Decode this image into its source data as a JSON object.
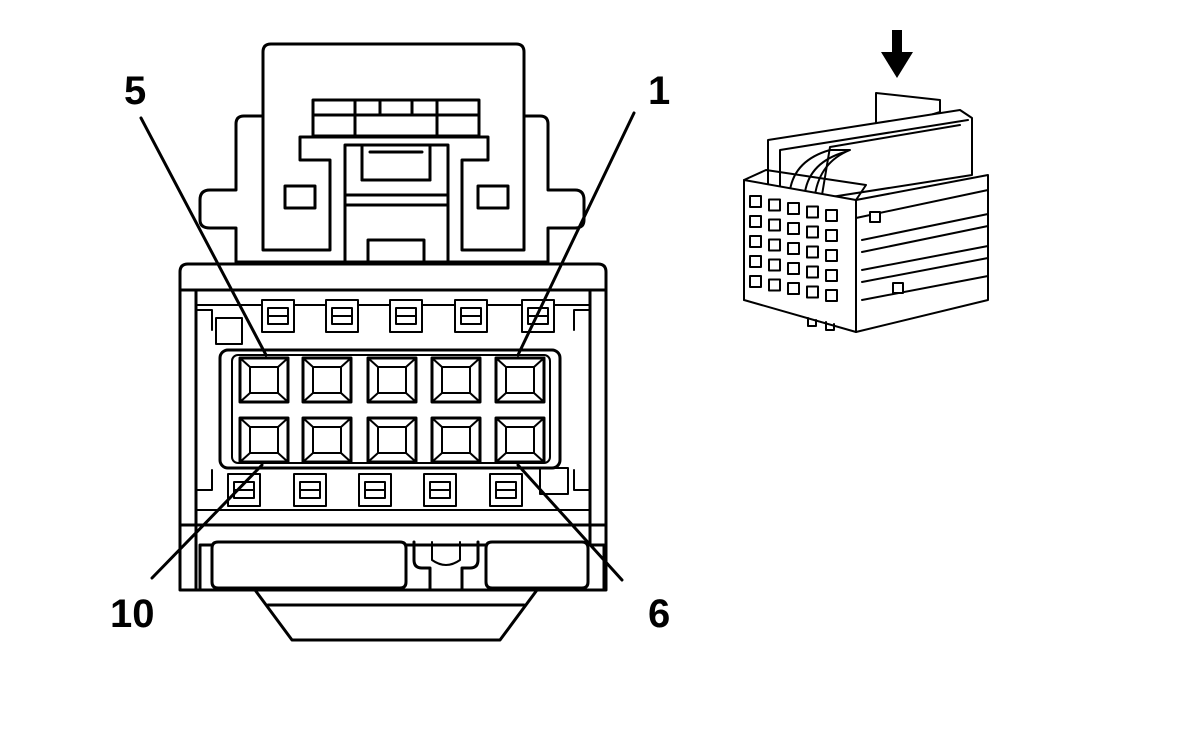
{
  "connector": {
    "pin_labels": {
      "top_left": "5",
      "top_right": "1",
      "bottom_left": "10",
      "bottom_right": "6"
    },
    "cavities": {
      "rows": 2,
      "columns": 5
    }
  },
  "isometric_view": {
    "arrow_icon": "down-arrow-icon"
  }
}
